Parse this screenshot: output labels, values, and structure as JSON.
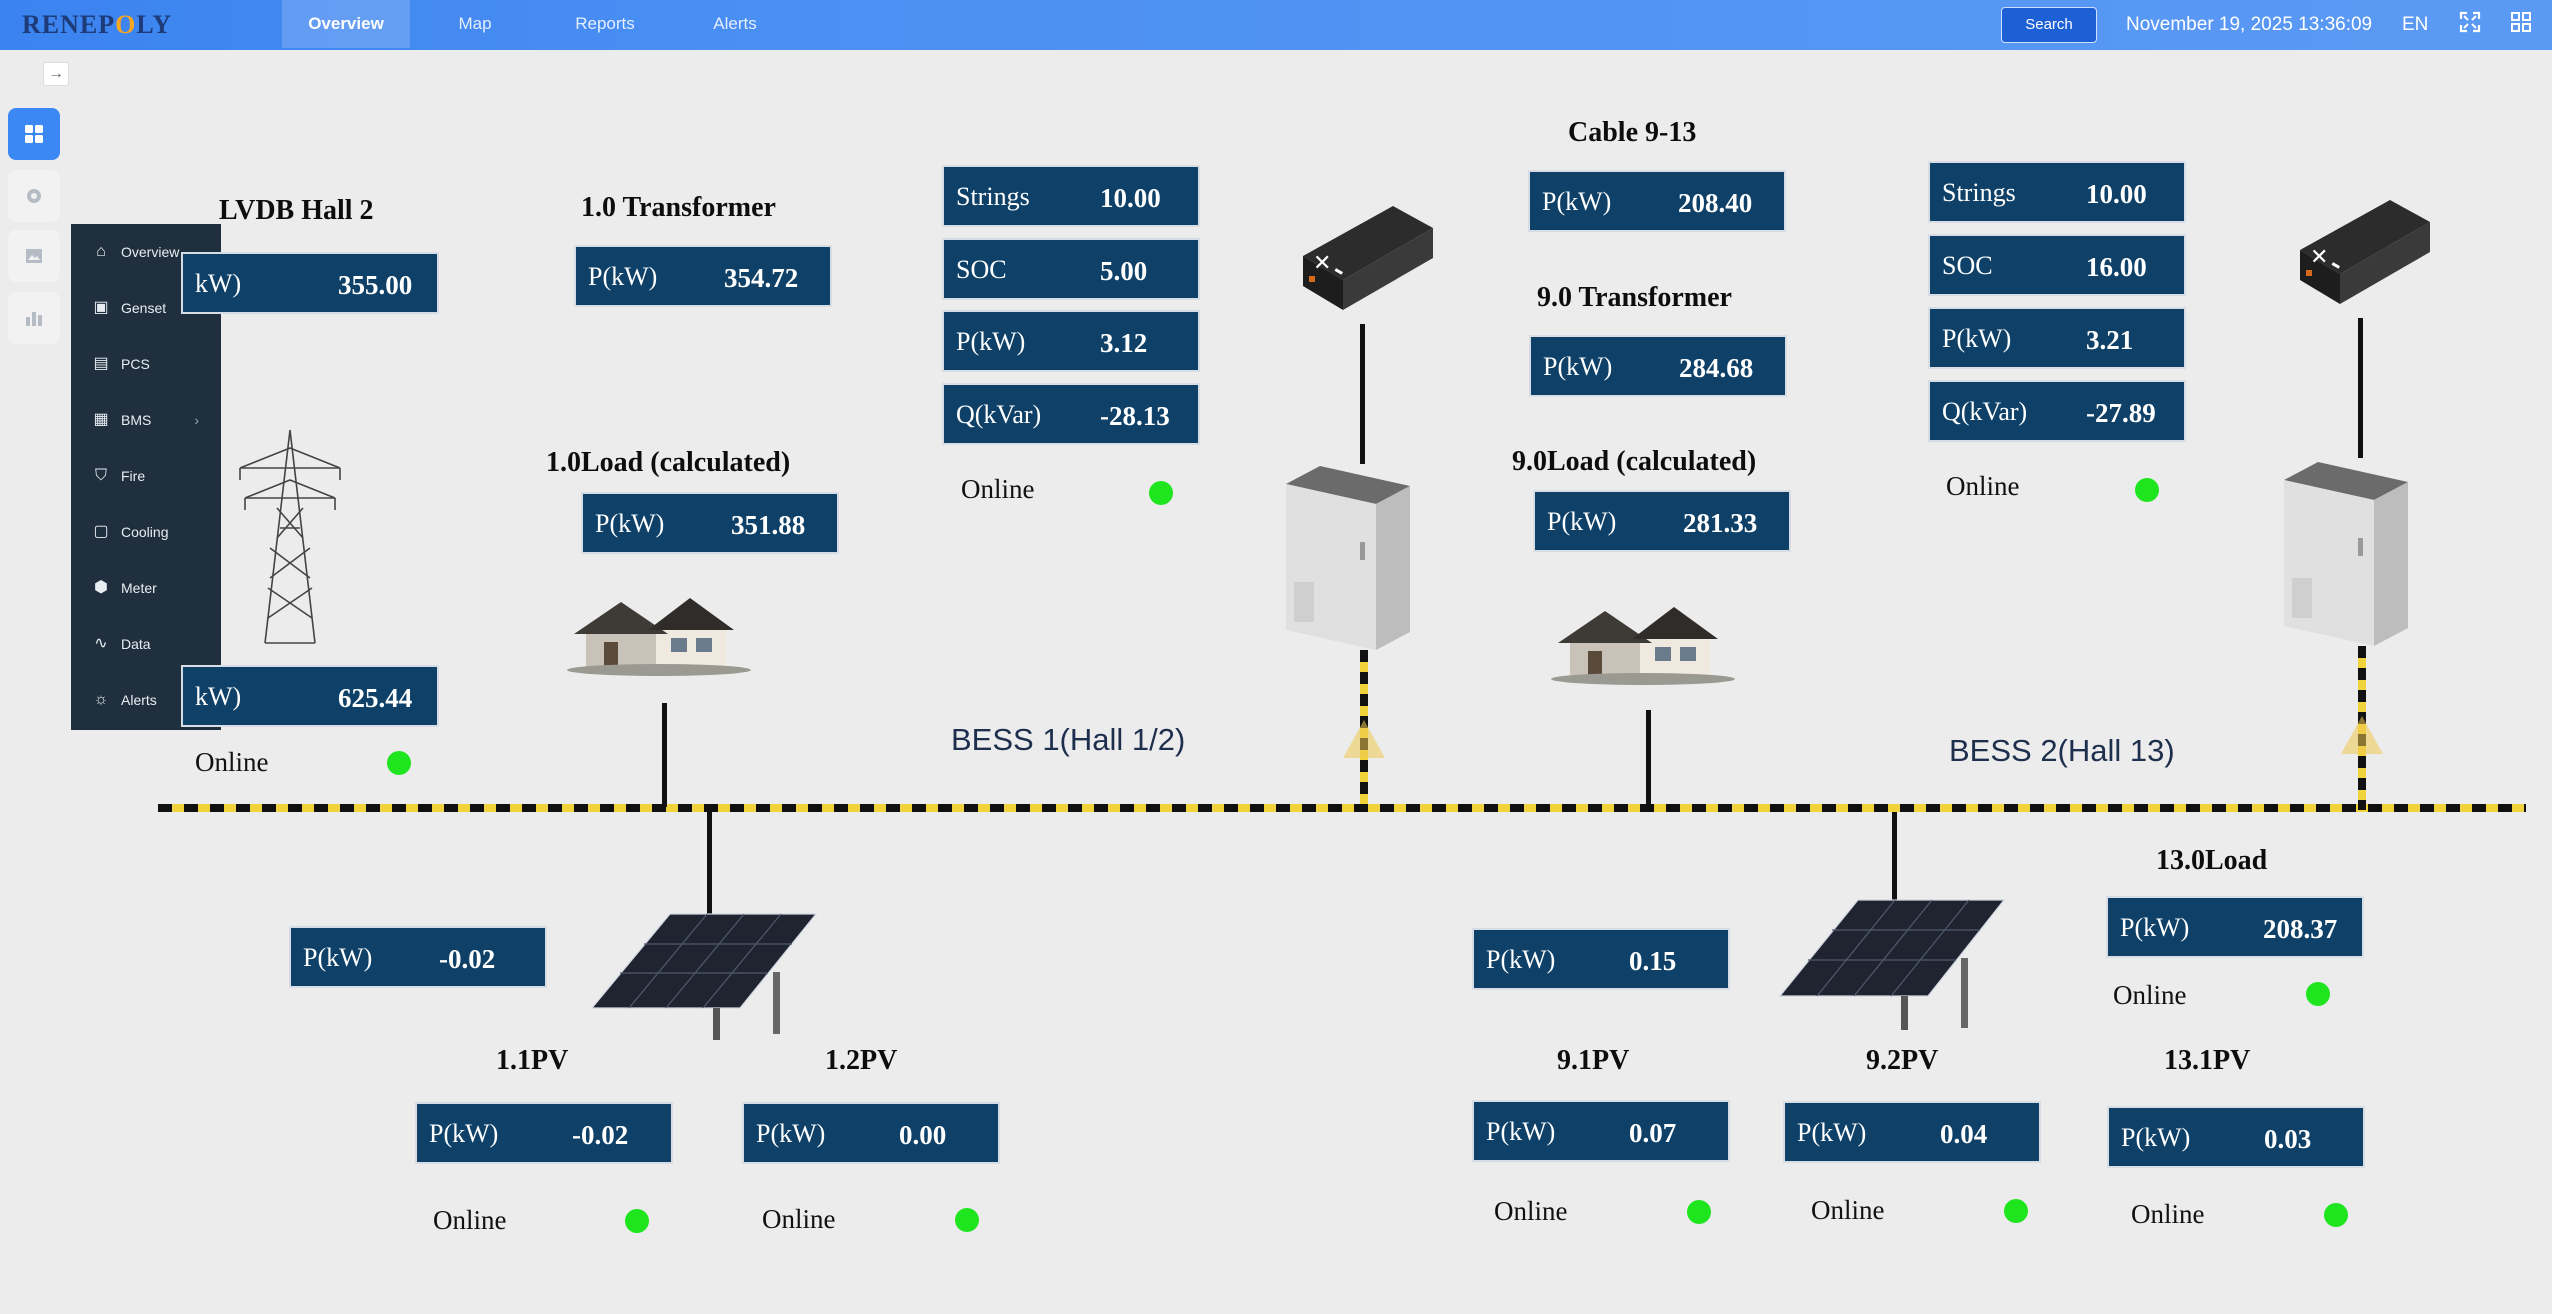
{
  "header": {
    "logo_text_a": "RENEP",
    "logo_text_o": "O",
    "logo_text_b": "LY",
    "tabs": [
      {
        "label": "Overview",
        "active": true
      },
      {
        "label": "Map",
        "active": false
      },
      {
        "label": "Reports",
        "active": false
      },
      {
        "label": "Alerts",
        "active": false
      }
    ],
    "search_label": "Search",
    "datetime": "November 19, 2025 13:36:09",
    "language": "EN",
    "icons": [
      "fullscreen-icon",
      "grid-icon"
    ]
  },
  "sidebar": {
    "menu": [
      {
        "label": "Overview",
        "icon": "home-icon"
      },
      {
        "label": "Genset",
        "icon": "genset-icon"
      },
      {
        "label": "PCS",
        "icon": "pcs-icon"
      },
      {
        "label": "BMS",
        "icon": "bms-icon",
        "has_submenu": true
      },
      {
        "label": "Fire",
        "icon": "fire-icon"
      },
      {
        "label": "Cooling",
        "icon": "cooling-icon"
      },
      {
        "label": "Meter",
        "icon": "meter-icon"
      },
      {
        "label": "Data",
        "icon": "data-icon"
      },
      {
        "label": "Alerts",
        "icon": "alert-icon"
      }
    ]
  },
  "diagram": {
    "status_color": "#1fe51f",
    "box_color": "#0f4168",
    "lvdb": {
      "title": "LVDB Hall 2",
      "p_top": {
        "label": "kW)",
        "value": "355.00"
      },
      "p_bottom": {
        "label": "kW)",
        "value": "625.44"
      },
      "status": "Online"
    },
    "transformer_1": {
      "title": "1.0 Transformer",
      "label": "P(kW)",
      "value": "354.72"
    },
    "load_1": {
      "title": "1.0Load (calculated)",
      "label": "P(kW)",
      "value": "351.88"
    },
    "bess_1": {
      "label": "BESS 1(Hall 1/2)",
      "strings": {
        "label": "Strings",
        "value": "10.00"
      },
      "soc": {
        "label": "SOC",
        "value": "5.00"
      },
      "p": {
        "label": "P(kW)",
        "value": "3.12"
      },
      "q": {
        "label": "Q(kVar)",
        "value": "-28.13"
      },
      "status": "Online"
    },
    "cable_9_13": {
      "title": "Cable 9-13",
      "label": "P(kW)",
      "value": "208.40"
    },
    "transformer_9": {
      "title": "9.0 Transformer",
      "label": "P(kW)",
      "value": "284.68"
    },
    "load_9": {
      "title": "9.0Load (calculated)",
      "label": "P(kW)",
      "value": "281.33"
    },
    "bess_2": {
      "label": "BESS 2(Hall 13)",
      "strings": {
        "label": "Strings",
        "value": "10.00"
      },
      "soc": {
        "label": "SOC",
        "value": "16.00"
      },
      "p": {
        "label": "P(kW)",
        "value": "3.21"
      },
      "q": {
        "label": "Q(kVar)",
        "value": "-27.89"
      },
      "status": "Online"
    },
    "pv_group_1": {
      "label": "P(kW)",
      "value": "-0.02"
    },
    "pv_1_1": {
      "title": "1.1PV",
      "label": "P(kW)",
      "value": "-0.02",
      "status": "Online"
    },
    "pv_1_2": {
      "title": "1.2PV",
      "label": "P(kW)",
      "value": "0.00",
      "status": "Online"
    },
    "pv_group_9": {
      "label": "P(kW)",
      "value": "0.15"
    },
    "pv_9_1": {
      "title": "9.1PV",
      "label": "P(kW)",
      "value": "0.07",
      "status": "Online"
    },
    "pv_9_2": {
      "title": "9.2PV",
      "label": "P(kW)",
      "value": "0.04",
      "status": "Online"
    },
    "load_13": {
      "title": "13.0Load",
      "label": "P(kW)",
      "value": "208.37",
      "status": "Online"
    },
    "pv_13_1": {
      "title": "13.1PV",
      "label": "P(kW)",
      "value": "0.03",
      "status": "Online"
    }
  }
}
